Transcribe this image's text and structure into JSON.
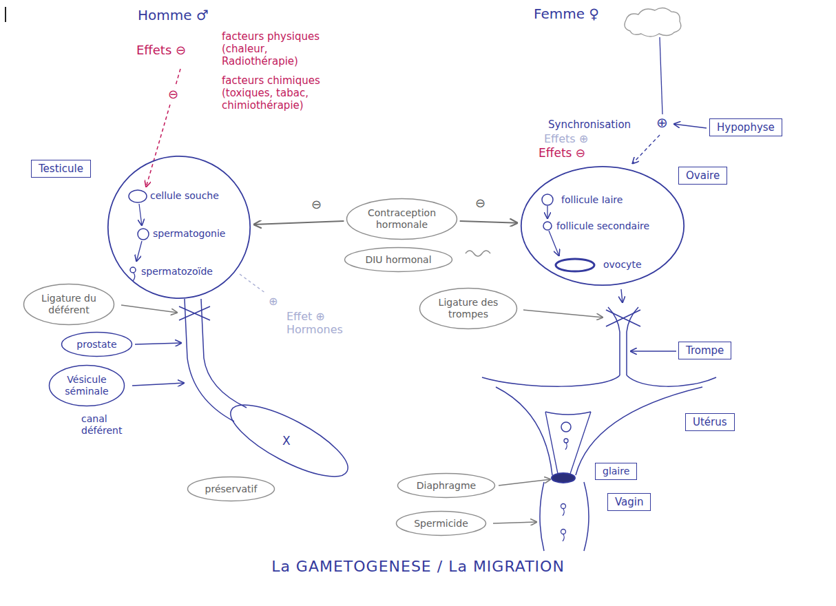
{
  "diagram": {
    "caption": "La GAMETOGENESE / La MIGRATION",
    "nodes": [
      {
        "text": [
          "Testicule"
        ]
      },
      {
        "text": [
          "cellule souche",
          "spermatogonie",
          "spermatozoïde"
        ]
      },
      {
        "text": [
          "Contraception hormonale"
        ]
      },
      {
        "text": [
          "DIU hormonal"
        ]
      },
      {
        "text": [
          "Ligature du déférent"
        ]
      },
      {
        "text": [
          "prostate"
        ]
      },
      {
        "text": [
          "Vésicule séminale"
        ]
      },
      {
        "text": [
          "préservatif"
        ]
      },
      {
        "text": [
          "Hypophyse"
        ]
      },
      {
        "text": [
          "Ovaire"
        ]
      },
      {
        "text": [
          "follicule Iaire",
          "follicule secondaire",
          "ovocyte"
        ]
      },
      {
        "text": [
          "Ligature des trompes"
        ]
      },
      {
        "text": [
          "Trompe"
        ]
      },
      {
        "text": [
          "Utérus"
        ]
      },
      {
        "text": [
          "Diaphragme"
        ]
      },
      {
        "text": [
          "glaire"
        ]
      },
      {
        "text": [
          "Vagin"
        ]
      },
      {
        "text": [
          "Spermicide"
        ]
      }
    ],
    "edges": [
      {
        "from": 2,
        "to": 1,
        "arrow": "to"
      },
      {
        "from": 2,
        "to": 10,
        "arrow": "to"
      }
    ],
    "labels": [
      "Homme ♂",
      "Effets ⊖",
      "facteurs physiques (chaleur, Radiothérapie)",
      "⊖",
      "facteurs chimiques (toxiques, tabac, chimiothérapie)",
      "⊖",
      "⊖",
      "⊕",
      "Effet ⊕ Hormones",
      "canal déférent",
      "X",
      "Femme ♀",
      "Synchronisation",
      "⊕",
      "Effets ⊕",
      "Effets ⊖"
    ]
  }
}
